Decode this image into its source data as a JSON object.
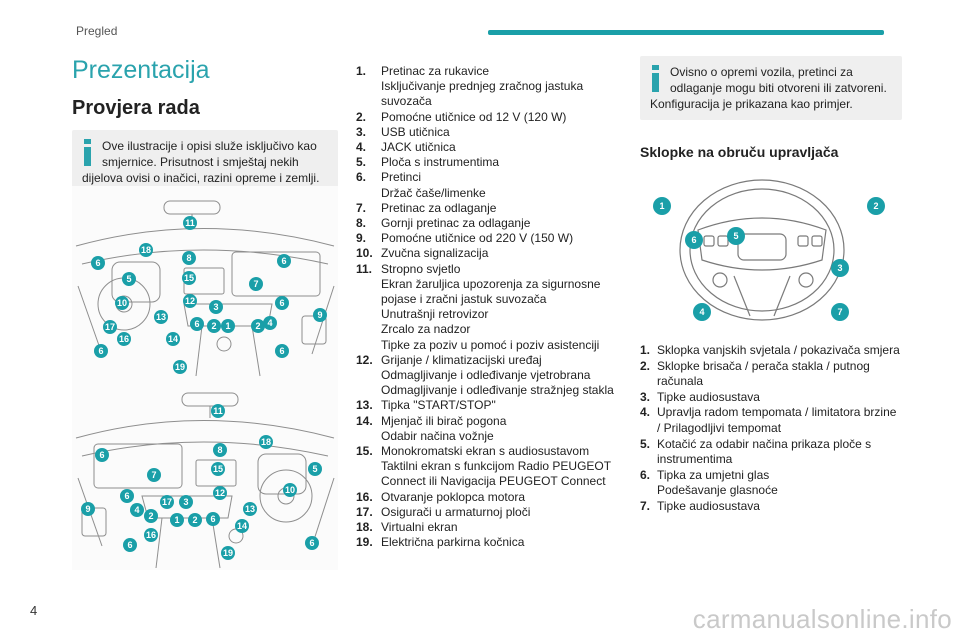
{
  "header": {
    "section": "Pregled",
    "page_number": "4"
  },
  "watermark": "carmanualsonline.info",
  "title": "Prezentacija",
  "subtitle": "Provjera rada",
  "note1": {
    "line1": "Ove ilustracije i opisi služe isključivo kao",
    "line2": "smjernice. Prisutnost i smještaj nekih",
    "line3": "dijelova ovisi o inačici, razini opreme i zemlji."
  },
  "dashboard_badges_top": [
    "11",
    "18",
    "8",
    "6",
    "6",
    "5",
    "15",
    "7",
    "10",
    "12",
    "3",
    "6",
    "9",
    "13",
    "6",
    "2",
    "1",
    "2",
    "4",
    "17",
    "16",
    "14",
    "6",
    "6",
    "19"
  ],
  "dashboard_badges_bottom": [
    "11",
    "8",
    "18",
    "6",
    "15",
    "5",
    "7",
    "10",
    "12",
    "6",
    "17",
    "3",
    "9",
    "4",
    "2",
    "1",
    "2",
    "6",
    "13",
    "14",
    "16",
    "6",
    "19",
    "6"
  ],
  "dash_items": [
    {
      "num": "1.",
      "lines": [
        "Pretinac za rukavice",
        "Isključivanje prednjeg zračnog jastuka",
        "suvozača"
      ]
    },
    {
      "num": "2.",
      "lines": [
        "Pomoćne utičnice od 12 V (120 W)"
      ]
    },
    {
      "num": "3.",
      "lines": [
        "USB utičnica"
      ]
    },
    {
      "num": "4.",
      "lines": [
        "JACK utičnica"
      ]
    },
    {
      "num": "5.",
      "lines": [
        "Ploča s instrumentima"
      ]
    },
    {
      "num": "6.",
      "lines": [
        "Pretinci",
        "Držač čaše/limenke"
      ]
    },
    {
      "num": "7.",
      "lines": [
        "Pretinac za odlaganje"
      ]
    },
    {
      "num": "8.",
      "lines": [
        "Gornji pretinac za odlaganje"
      ]
    },
    {
      "num": "9.",
      "lines": [
        "Pomoćne utičnice od 220 V (150 W)"
      ]
    },
    {
      "num": "10.",
      "lines": [
        "Zvučna signalizacija"
      ]
    },
    {
      "num": "11.",
      "lines": [
        "Stropno svjetlo",
        "Ekran žaruljica upozorenja za sigurnosne",
        "pojase i zračni jastuk suvozača",
        "Unutrašnji retrovizor",
        "Zrcalo za nadzor",
        "Tipke za poziv u pomoć i poziv asistenciji"
      ]
    },
    {
      "num": "12.",
      "lines": [
        "Grijanje / klimatizacijski uređaj",
        "Odmagljivanje i odleđivanje vjetrobrana",
        "Odmagljivanje i odleđivanje stražnjeg stakla"
      ]
    },
    {
      "num": "13.",
      "lines": [
        "Tipka \"START/STOP\""
      ]
    },
    {
      "num": "14.",
      "lines": [
        "Mjenjač ili birač pogona",
        "Odabir načina vožnje"
      ]
    },
    {
      "num": "15.",
      "lines": [
        "Monokromatski ekran s audiosustavom",
        "Taktilni ekran s funkcijom Radio PEUGEOT",
        "Connect ili Navigacija PEUGEOT Connect"
      ]
    },
    {
      "num": "16.",
      "lines": [
        "Otvaranje poklopca motora"
      ]
    },
    {
      "num": "17.",
      "lines": [
        "Osigurači u armaturnoj ploči"
      ]
    },
    {
      "num": "18.",
      "lines": [
        "Virtualni ekran"
      ]
    },
    {
      "num": "19.",
      "lines": [
        "Električna parkirna kočnica"
      ]
    }
  ],
  "note2": {
    "line1": "Ovisno o opremi vozila, pretinci za",
    "line2": "odlaganje mogu biti otvoreni ili zatvoreni.",
    "line3": "Konfiguracija je prikazana kao primjer."
  },
  "wheel_heading": "Sklopke na obruču upravljača",
  "wheel_badges": [
    "1",
    "2",
    "6",
    "5",
    "3",
    "4",
    "7"
  ],
  "wheel_items": [
    {
      "num": "1.",
      "lines": [
        "Sklopka vanjskih svjetala / pokazivača smjera"
      ]
    },
    {
      "num": "2.",
      "lines": [
        "Sklopke brisača / perača stakla / putnog",
        "računala"
      ]
    },
    {
      "num": "3.",
      "lines": [
        "Tipke audiosustava"
      ]
    },
    {
      "num": "4.",
      "lines": [
        "Upravlja radom tempomata / limitatora brzine",
        "/ Prilagodljivi tempomat"
      ]
    },
    {
      "num": "5.",
      "lines": [
        "Kotačić za odabir načina prikaza ploče s",
        "instrumentima"
      ]
    },
    {
      "num": "6.",
      "lines": [
        "Tipka za umjetni glas",
        "Podešavanje glasnoće"
      ]
    },
    {
      "num": "7.",
      "lines": [
        "Tipke audiosustava"
      ]
    }
  ],
  "colors": {
    "accent": "#1a9fa8",
    "note_bg": "#efefef",
    "badge": "#1a9fa8"
  }
}
